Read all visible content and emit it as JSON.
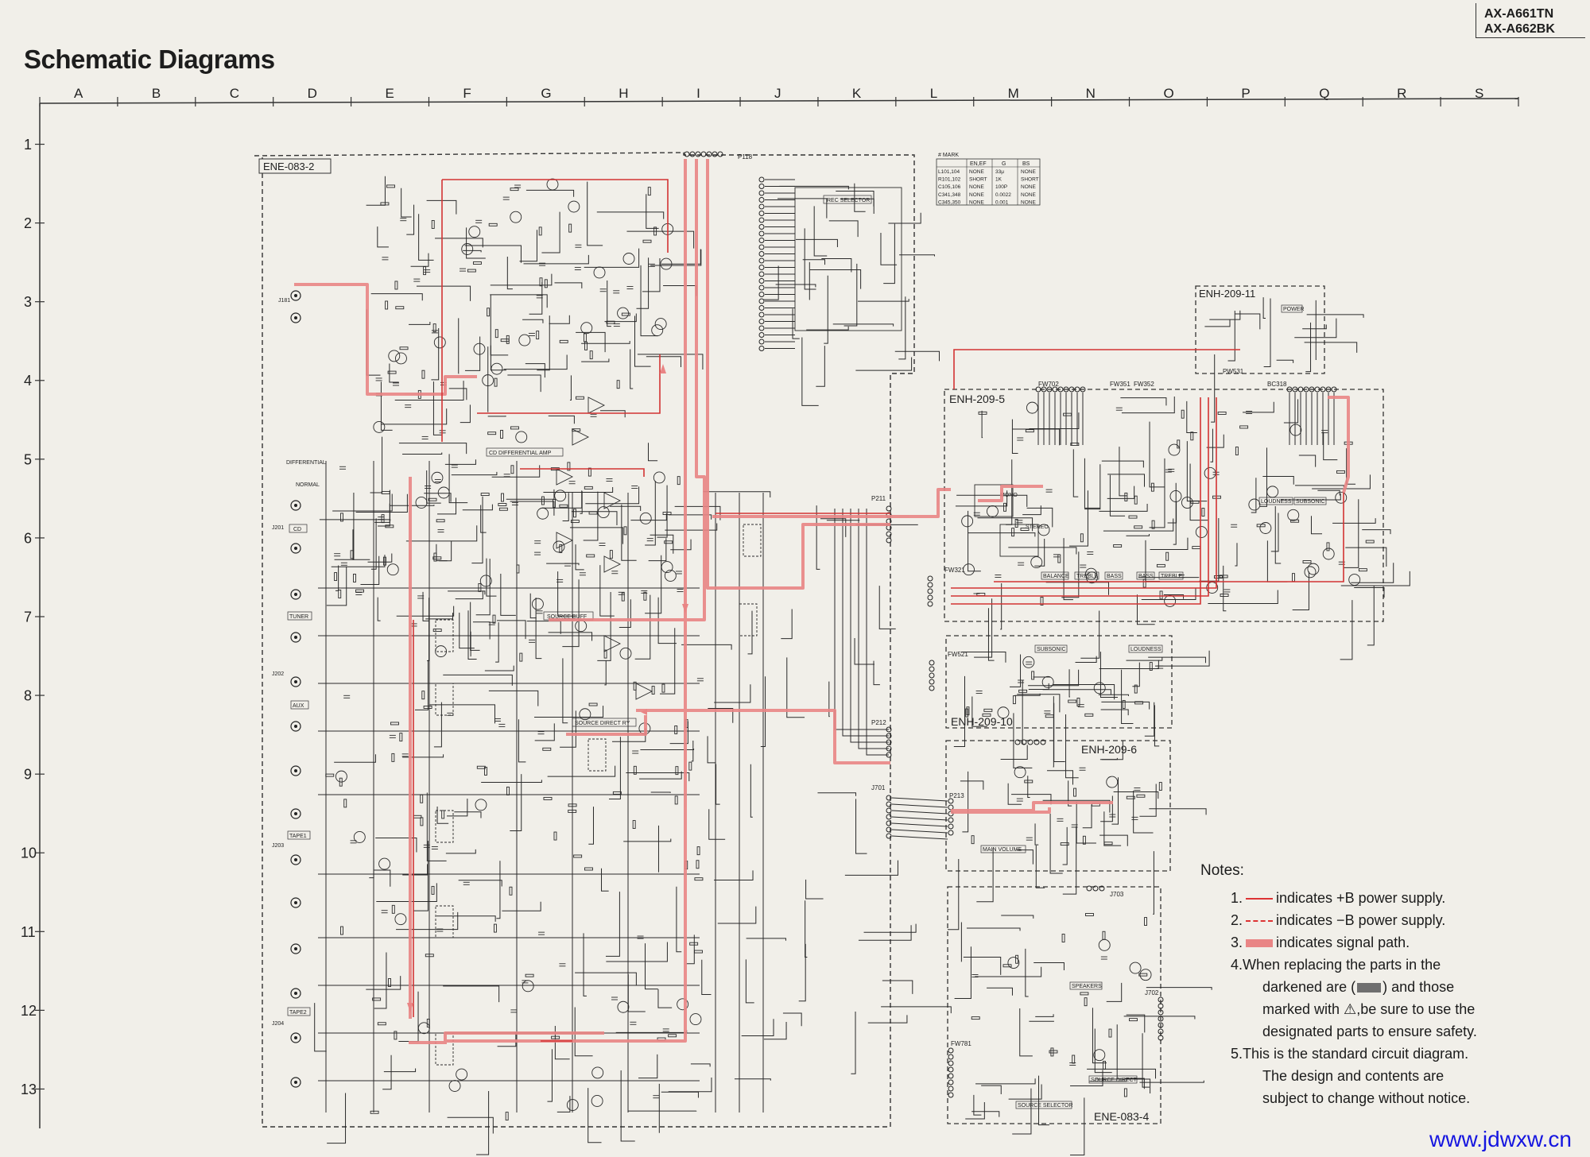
{
  "header": {
    "models": [
      "AX-A661TN",
      "AX-A662BK"
    ],
    "title": "Schematic Diagrams"
  },
  "grid": {
    "columns": [
      "A",
      "B",
      "C",
      "D",
      "E",
      "F",
      "G",
      "H",
      "I",
      "J",
      "K",
      "L",
      "M",
      "N",
      "O",
      "P",
      "Q",
      "R",
      "S"
    ],
    "rows": [
      "1",
      "2",
      "3",
      "4",
      "5",
      "6",
      "7",
      "8",
      "9",
      "10",
      "11",
      "12",
      "13"
    ]
  },
  "boards": {
    "main": "ENE-083-2",
    "tone": "ENH-209-5",
    "power_led": "ENH-209-11",
    "subsonic": "ENH-209-10",
    "volume": "ENH-209-6",
    "selector": "ENE-083-4"
  },
  "connectors": {
    "p118": "P118",
    "p211": "P211",
    "p212": "P212",
    "j701": "J701",
    "j181": "J181",
    "j201": "J201",
    "j202": "J202",
    "j203": "J203",
    "j204": "J204",
    "fw702": "FW702",
    "fw351": "FW351",
    "fw352": "FW352",
    "pw531": "PW531",
    "bc318": "BC318",
    "fw321": "FW321",
    "fw521": "FW521",
    "p213": "P213",
    "fw781": "FW781",
    "j702": "J702",
    "j703": "J703"
  },
  "block_labels": {
    "rec_selector": "REC SELECTOR",
    "cd_diff_amp": "CD DIFFERENTIAL AMP",
    "source_buff": "SOURCE BUFF",
    "source_direct_ry": "SOURCE DIRECT RY",
    "differential": "DIFFERENTIAL",
    "normal": "NORMAL",
    "cd": "CD",
    "tuner": "TUNER",
    "aux": "AUX",
    "tape1": "TAPE1",
    "tape2": "TAPE2",
    "balance": "BALANCE",
    "treble": "TREBLE",
    "bass": "BASS",
    "loudness": "LOUDNESS",
    "subsonic": "SUBSONIC",
    "main_volume": "MAIN VOLUME",
    "speakers": "SPEAKERS",
    "source_selector": "SOURCE SELECTOR",
    "source_direct": "SOURCE DIRECT",
    "power": "POWER",
    "mono": "MONO",
    "stereo": "STEREO"
  },
  "mark_table": {
    "headers": [
      "# MARK",
      "EN,EF",
      "G",
      "BS"
    ],
    "rows": [
      [
        "L101,104",
        "NONE",
        "33μ",
        "NONE"
      ],
      [
        "R101,102",
        "SHORT",
        "1K",
        "SHORT"
      ],
      [
        "C105,106",
        "NONE",
        "100P",
        "NONE"
      ],
      [
        "C341,348",
        "NONE",
        "0.0022",
        "NONE"
      ],
      [
        "C345,350",
        "NONE",
        "0.001",
        "NONE"
      ]
    ]
  },
  "notes": {
    "heading": "Notes:",
    "n1": "indicates +B power supply.",
    "n2": "indicates −B power supply.",
    "n3": "indicates signal path.",
    "n4a": "4.When replacing the parts in the",
    "n4b": "darkened are (",
    "n4c": ") and those",
    "n4d": "marked with",
    "n4e": ",be sure to use the",
    "n4f": "designated parts to ensure safety.",
    "n5a": "5.This is the standard circuit diagram.",
    "n5b": "The design and contents are",
    "n5c": "subject to change without notice."
  },
  "watermark": "www.jdwxw.cn",
  "colors": {
    "paper": "#f1efe9",
    "ink": "#1d1d1d",
    "signal_path": "#e98585",
    "power_line": "#d33333",
    "website": "#1515e0"
  }
}
